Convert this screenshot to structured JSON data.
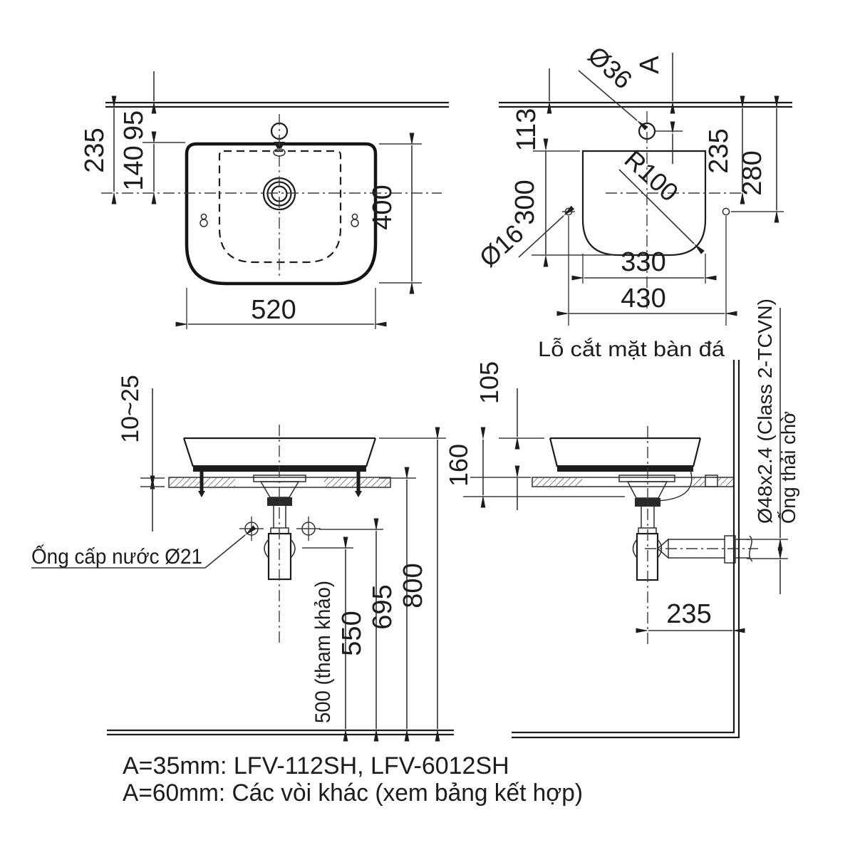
{
  "colors": {
    "line": "#1c1c1c",
    "dim_line": "#343434",
    "background": "#ffffff"
  },
  "plan_view": {
    "dim_wall_to_drain": "235",
    "dim_wall_to_rim": "95",
    "dim_rim_to_drain": "140",
    "dim_depth": "400",
    "dim_width": "520"
  },
  "cutout_view": {
    "faucet_hole": "Ø36",
    "faucet_offset": "A",
    "dim_edge_to_cutout": "113",
    "dim_cutout_depth": "300",
    "fixing_hole": "Ø16",
    "corner_radius": "R100",
    "dim_edge_to_centerline": "235",
    "dim_edge_to_fixing_hole": "280",
    "dim_cutout_width": "330",
    "dim_fixing_hole_span": "430",
    "caption": "Lỗ cắt mặt bàn đá"
  },
  "front_view": {
    "dim_counter_thickness": "10~25",
    "supply_pipe_label": "Ống cấp nước Ø21",
    "dim_trap_outlet_height": "500 (tham khảo)",
    "dim_supply_height": "550",
    "dim_counter_height": "695",
    "dim_rim_height": "800"
  },
  "side_view": {
    "dim_rim_above_counter": "105",
    "dim_rim_to_mounting": "160",
    "waste_pipe_spec": "Ø48x2.4 (Class 2-TCVN)",
    "waste_pipe_name": "Ống thải chờ",
    "dim_drain_to_wall": "235"
  },
  "notes": [
    "A=35mm: LFV-112SH, LFV-6012SH",
    "A=60mm: Các vòi khác (xem bảng kết hợp)"
  ]
}
